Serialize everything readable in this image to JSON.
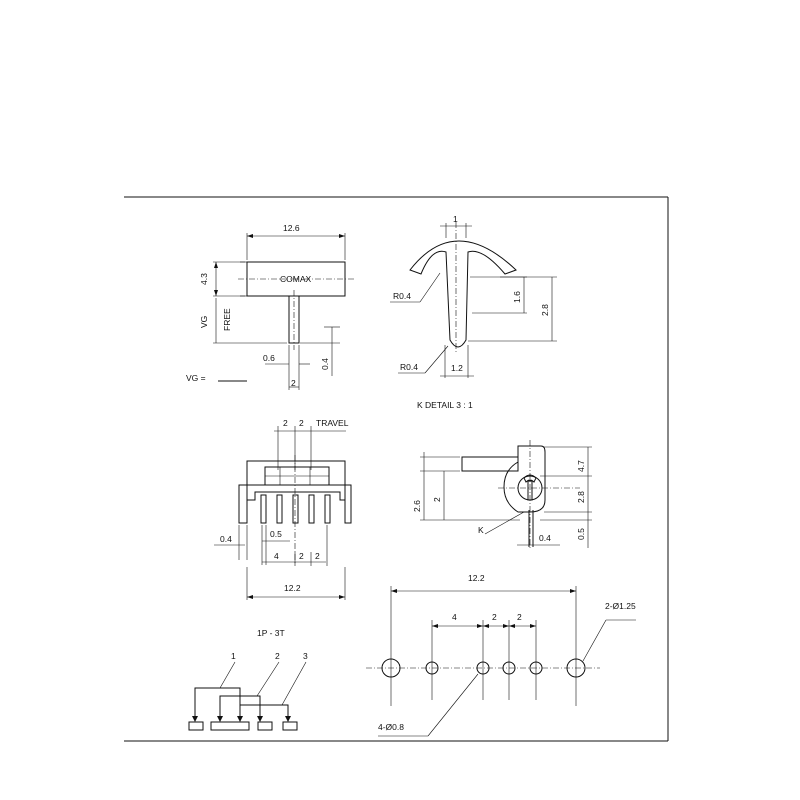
{
  "front_view": {
    "width_dim": "12.6",
    "height_dim": "4.3",
    "brand": "COMAX",
    "vg_label": "VG",
    "free_label": "FREE",
    "pin_dim": "0.6",
    "pin_spacing": "2",
    "pin_dim2": "0.4",
    "vg_eq": "VG ="
  },
  "detail_k": {
    "top_dim": "1",
    "r_top": "R0.4",
    "r_bottom": "R0.4",
    "height_small": "1.6",
    "height_total": "2.8",
    "bottom_dim": "1.2",
    "caption": "K DETAIL 3 : 1"
  },
  "bottom_view": {
    "travel1": "2",
    "travel2": "2",
    "travel_label": "TRAVEL",
    "pin_dim": "0.4",
    "inner_dim": "0.5",
    "spacing1": "4",
    "spacing2": "2",
    "spacing3": "2",
    "total": "12.2"
  },
  "side_view": {
    "h_top": "4.7",
    "h_mid": "2.8",
    "h_low": "2.6",
    "h_two": "2",
    "k_label": "K",
    "w_dim": "0.4",
    "h_05": "0.5"
  },
  "schematic": {
    "title": "1P - 3T",
    "pin1": "1",
    "pin2": "2",
    "pin3": "3"
  },
  "pcb_layout": {
    "total": "12.2",
    "spacing1": "4",
    "spacing2": "2",
    "spacing3": "2",
    "mount_holes": "2-Ø1.25",
    "pin_holes": "4-Ø0.8"
  }
}
